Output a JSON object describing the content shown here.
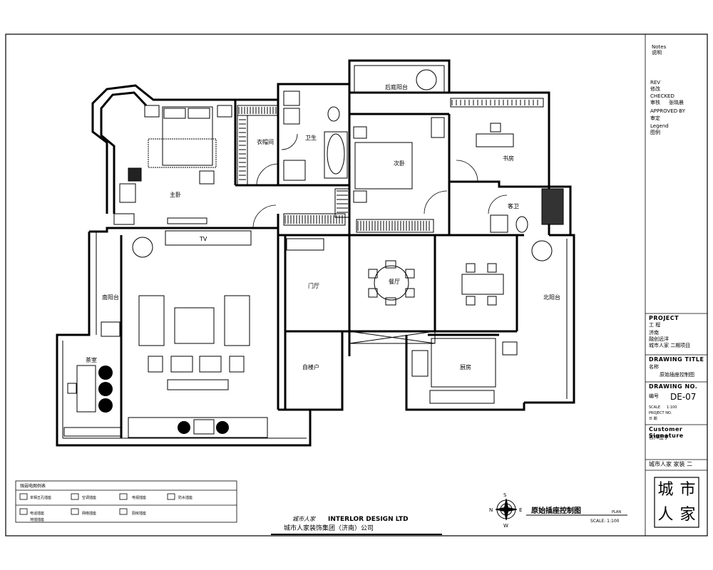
{
  "rooms": {
    "balcony_top": "后庭阳台",
    "cloakroom": "衣帽间",
    "bath1": "卫生",
    "master_bedroom": "主卧",
    "second_bedroom": "次卧",
    "study": "书房",
    "guest_bath": "客卫",
    "tv_label": "TV",
    "south_balcony": "南阳台",
    "hall": "门厅",
    "dining": "餐厅",
    "north_balcony": "北阳台",
    "tea_room": "茶室",
    "stair": "自楼户",
    "kitchen": "厨房"
  },
  "title_block": {
    "notes_label": "Notes",
    "notes_value": "说明",
    "rev_label": "REV",
    "rev_value": "修改",
    "checked_label": "CHECKED",
    "checked_value": "审核",
    "checked_name": "张晓晨",
    "approved_label": "APPROVED BY",
    "approved_value": "审定",
    "legend_label": "Legend",
    "legend_value": "图例",
    "project_label": "PROJECT",
    "project_value": "工 程",
    "project_line1": "济南",
    "project_line2": "融创远洋",
    "project_line3": "城市人家 二期项目",
    "drawing_title_label": "DRAWING TITLE",
    "drawing_title_sub": "名称",
    "drawing_title_value": "原始插座控制图",
    "drawing_no_label": "DRAWING NO.",
    "drawing_no_sub": "编号",
    "drawing_no": "DE-07",
    "scale_label": "SCALE",
    "scale_value": "1:100",
    "project_no_label": "PROJECT NO.",
    "date_label": "日 期",
    "customer_signature": "Customer Signature",
    "customer_sub": "客户签字",
    "company_bottom": "城市人家 家装 二",
    "seal_chars": [
      "城",
      "市",
      "人",
      "家"
    ]
  },
  "drawing": {
    "title": "原始插座控制图",
    "plan_label": "PLAN",
    "scale_text": "SCALE:  1:100",
    "compass": {
      "n": "N",
      "s": "S",
      "e": "E",
      "w": "W"
    }
  },
  "company": {
    "logo_script": "城市人家",
    "name_en": "INTERLOR DESIGN LTD",
    "name_cn": "城市人家装饰集团（济南）公司"
  },
  "legend": {
    "title": "强弱电图例表",
    "items": [
      "单相五孔插座",
      "空调插座",
      "电视插座",
      "防水插座",
      "电话插座",
      "网络插座",
      "厨房插座",
      "地插插座"
    ]
  }
}
